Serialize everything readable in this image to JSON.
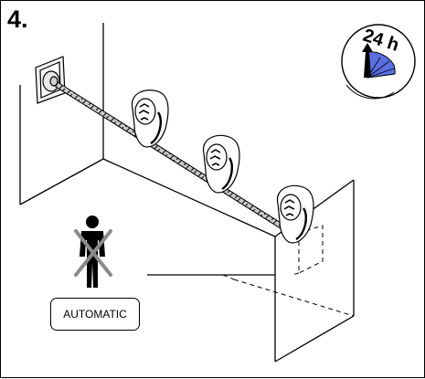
{
  "step": {
    "number": "4."
  },
  "timer": {
    "label": "24 h",
    "accent": "#5b6fe0"
  },
  "mode": {
    "label": "AUTOMATIC"
  },
  "colors": {
    "ink": "#000000",
    "cable_light": "#c9c9c9",
    "no_person_cross": "#8a8a8a"
  },
  "icons": {
    "clock": "clock-24h-icon",
    "person": "person-icon",
    "cross": "cross-out-icon",
    "wall_socket": "wall-socket-icon",
    "urinal": "urinal-icon"
  }
}
